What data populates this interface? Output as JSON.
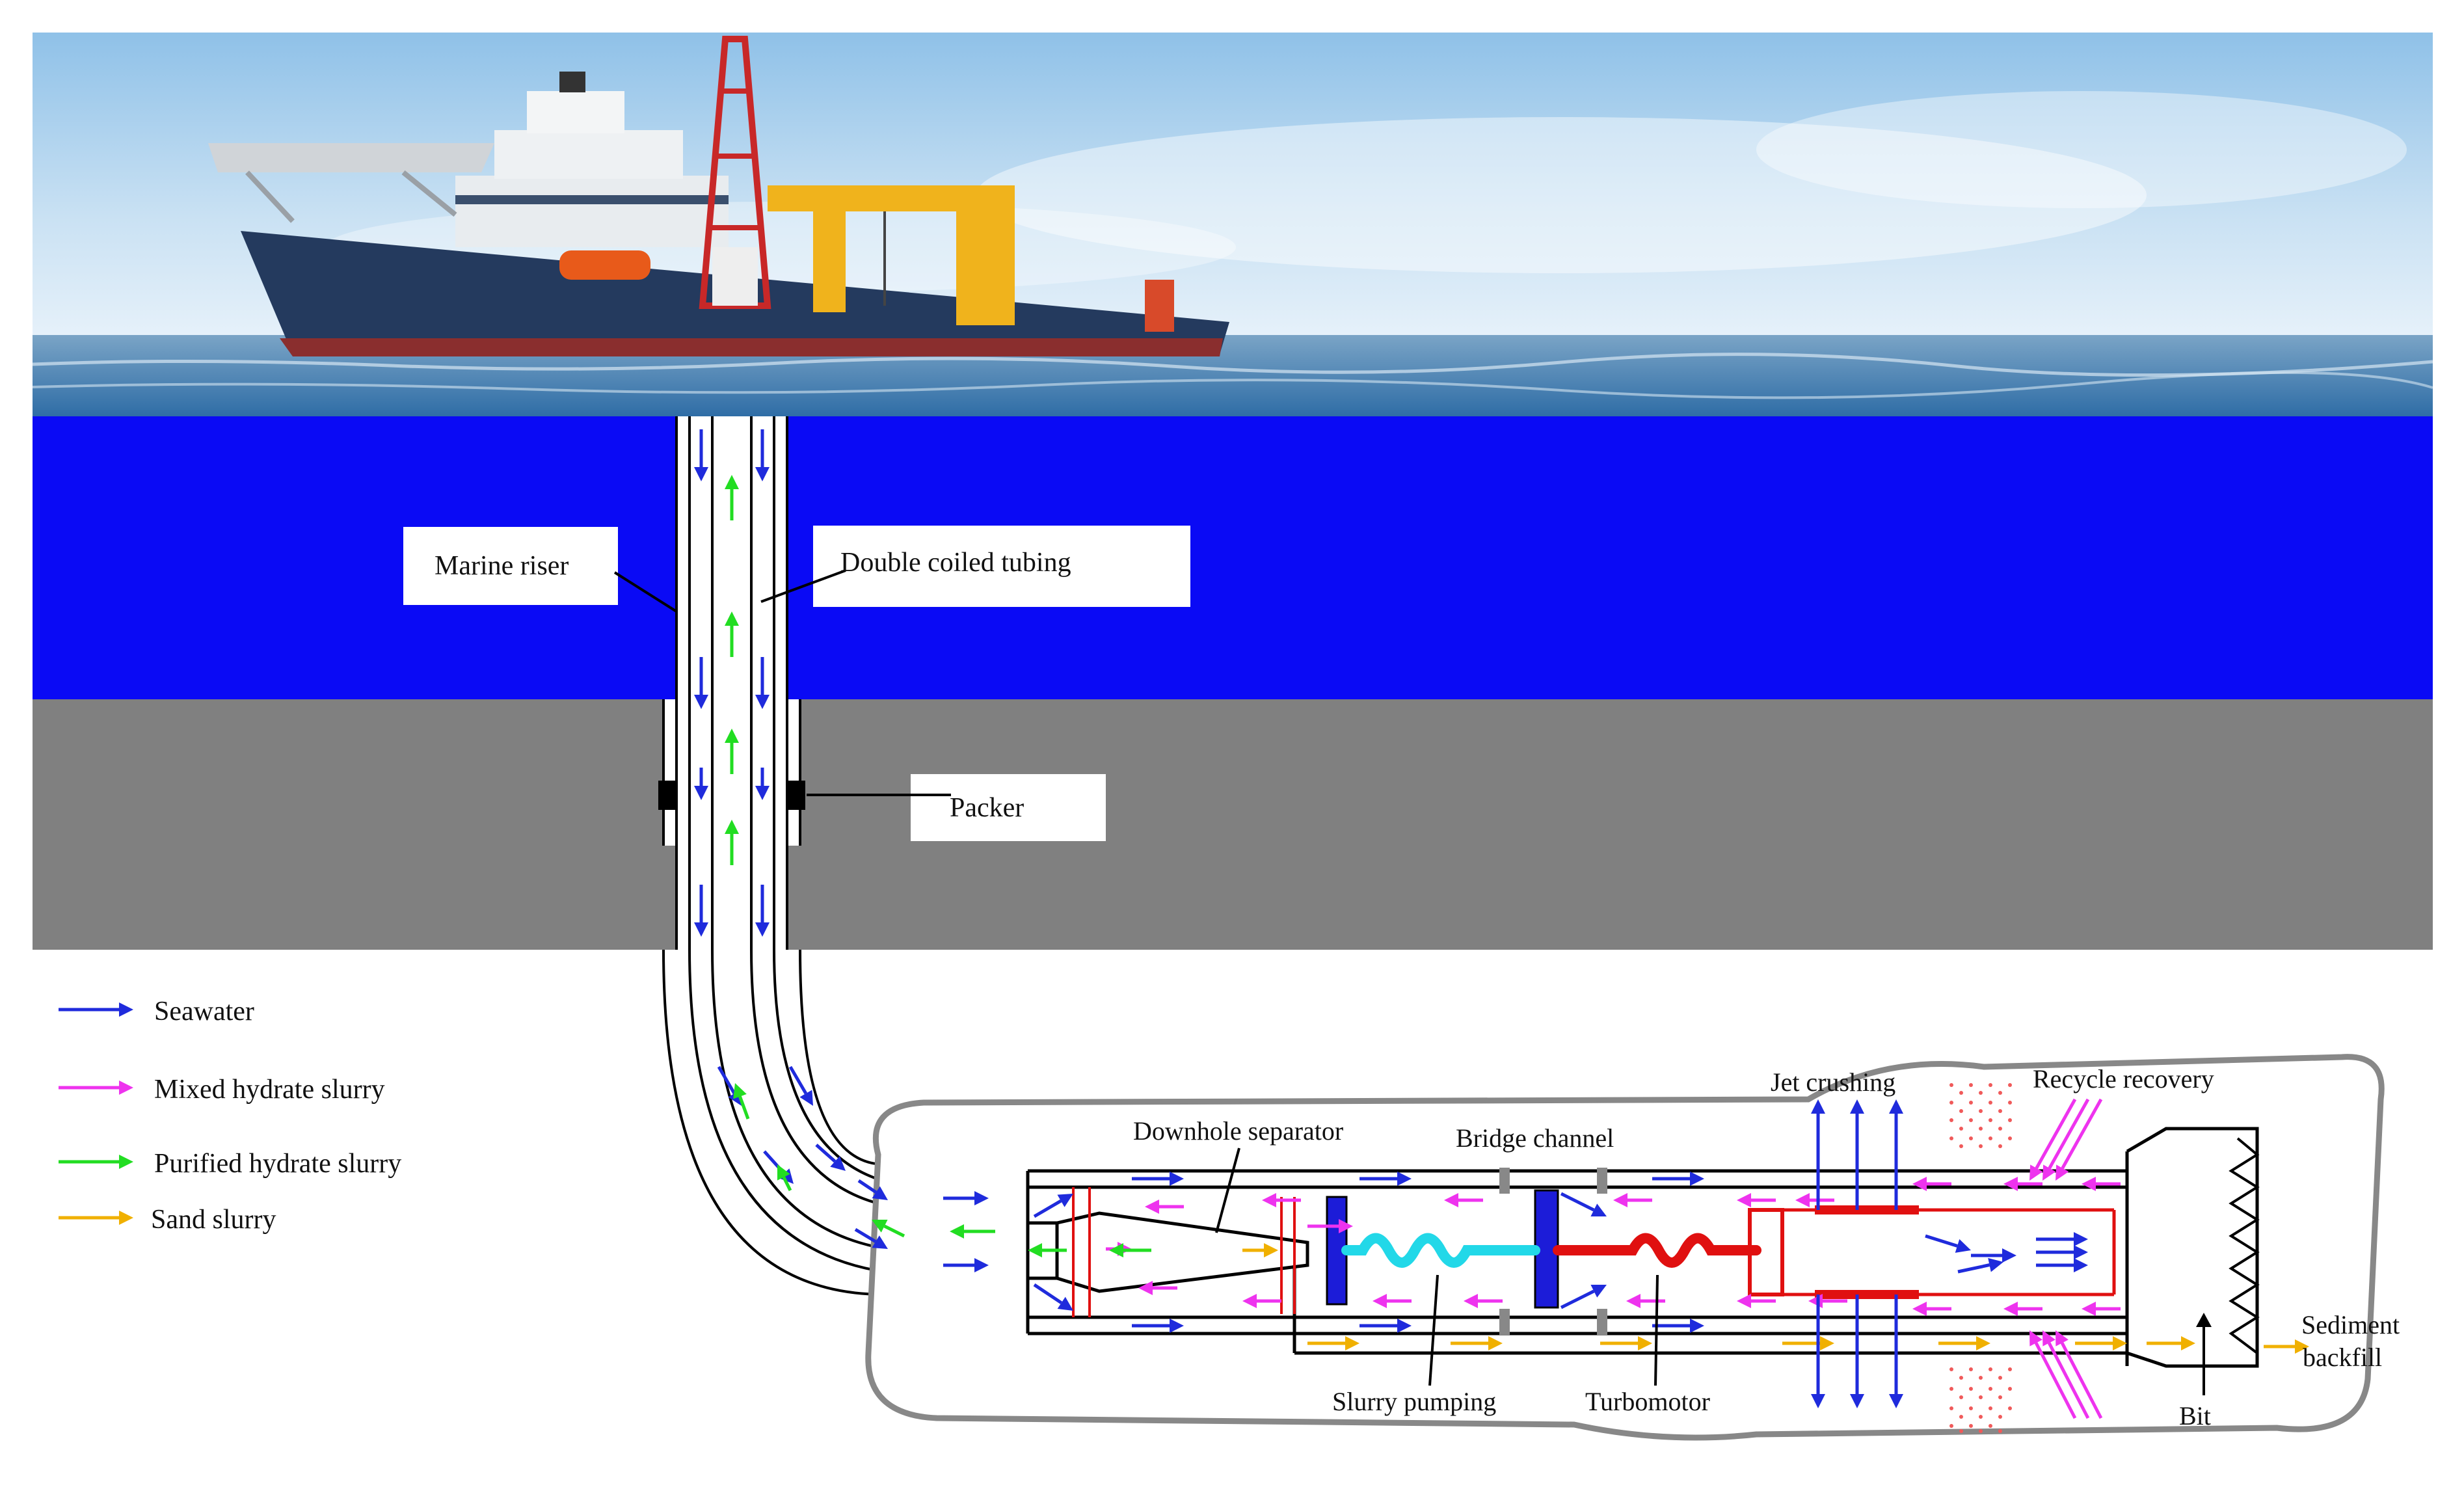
{
  "labels": {
    "marine_riser": "Marine riser",
    "double_coiled_tubing": "Double coiled tubing",
    "packer": "Packer",
    "downhole_separator": "Downhole separator",
    "bridge_channel": "Bridge channel",
    "jet_crushing": "Jet crushing",
    "recycle_recovery": "Recycle recovery",
    "slurry_pumping": "Slurry pumping",
    "turbomotor": "Turbomotor",
    "bit": "Bit",
    "sediment_backfill_line1": "Sediment",
    "sediment_backfill_line2": "backfill"
  },
  "legend": [
    {
      "label": "Seawater",
      "color": "#1f2bdc"
    },
    {
      "label": "Mixed hydrate slurry",
      "color": "#ee33ee"
    },
    {
      "label": "Purified hydrate slurry",
      "color": "#22dd22"
    },
    {
      "label": "Sand slurry",
      "color": "#f0b000"
    }
  ],
  "colors": {
    "sea_water_layer": "#0a0af5",
    "seabed_layer": "#808080",
    "seawater_flow": "#1f2bdc",
    "mixed_slurry_flow": "#ee33ee",
    "purified_slurry_flow": "#22dd22",
    "sand_slurry_flow": "#f0b000",
    "slurry_pump_rotor": "#22d8e8",
    "turbomotor_rotor": "#e01010"
  }
}
